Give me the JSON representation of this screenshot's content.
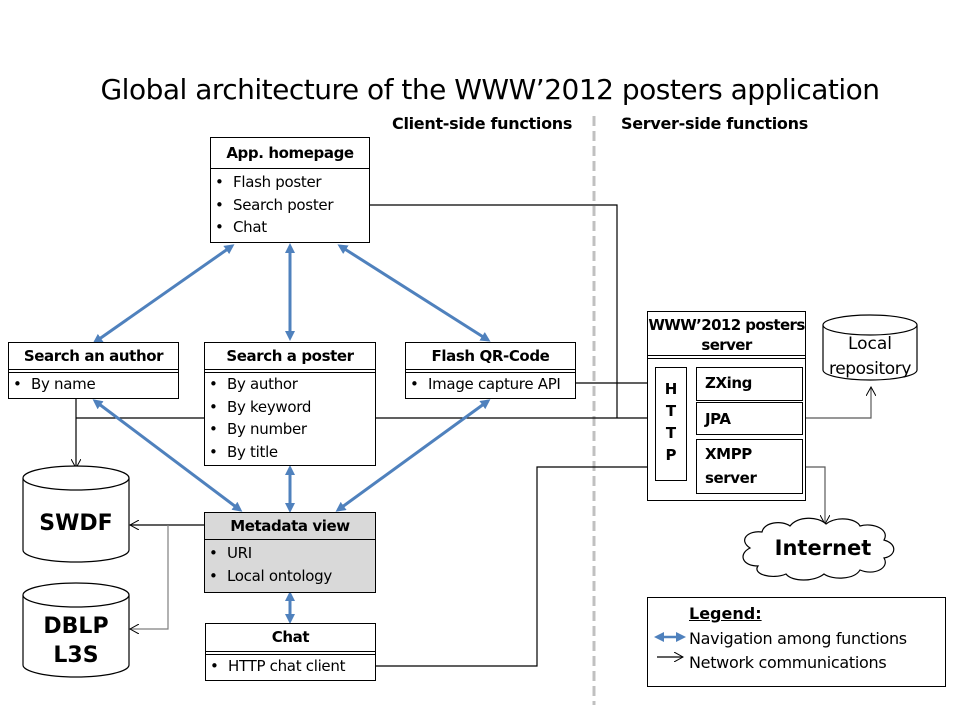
{
  "title": "Global architecture of the WWW’2012 posters application",
  "sections": {
    "client": "Client-side functions",
    "server": "Server-side functions"
  },
  "boxes": {
    "homepage": {
      "header": "App. homepage",
      "items": [
        "Flash poster",
        "Search poster",
        "Chat"
      ]
    },
    "search_author": {
      "header": "Search an author",
      "items": [
        "By name"
      ]
    },
    "search_poster": {
      "header": "Search a poster",
      "items": [
        "By author",
        "By keyword",
        "By number",
        "By title"
      ]
    },
    "flash_qr": {
      "header": "Flash QR-Code",
      "items": [
        "Image capture API"
      ]
    },
    "metadata": {
      "header": "Metadata view",
      "items": [
        "URI",
        "Local ontology"
      ]
    },
    "chat": {
      "header": "Chat",
      "items": [
        "HTTP chat client"
      ]
    }
  },
  "server": {
    "title_line1": "WWW’2012 posters",
    "title_line2": "server",
    "http_letters": [
      "H",
      "T",
      "T",
      "P"
    ],
    "modules": {
      "zxing": "ZXing",
      "jpa": "JPA",
      "xmpp_line1": "XMPP",
      "xmpp_line2": "server"
    }
  },
  "databases": {
    "swdf": "SWDF",
    "dblp_line1": "DBLP",
    "dblp_line2": "L3S",
    "local_line1": "Local",
    "local_line2": "repository"
  },
  "cloud": "Internet",
  "legend": {
    "heading": "Legend:",
    "items": [
      {
        "icon": "double-arrow-icon",
        "label": "Navigation among functions",
        "color": "#4f81bd"
      },
      {
        "icon": "arrow-icon",
        "label": "Network communications",
        "color": "#000000"
      }
    ]
  },
  "colors": {
    "navigation": "#4f81bd",
    "divider": "#c0c0c0",
    "metadata_fill": "#d9d9d9"
  }
}
